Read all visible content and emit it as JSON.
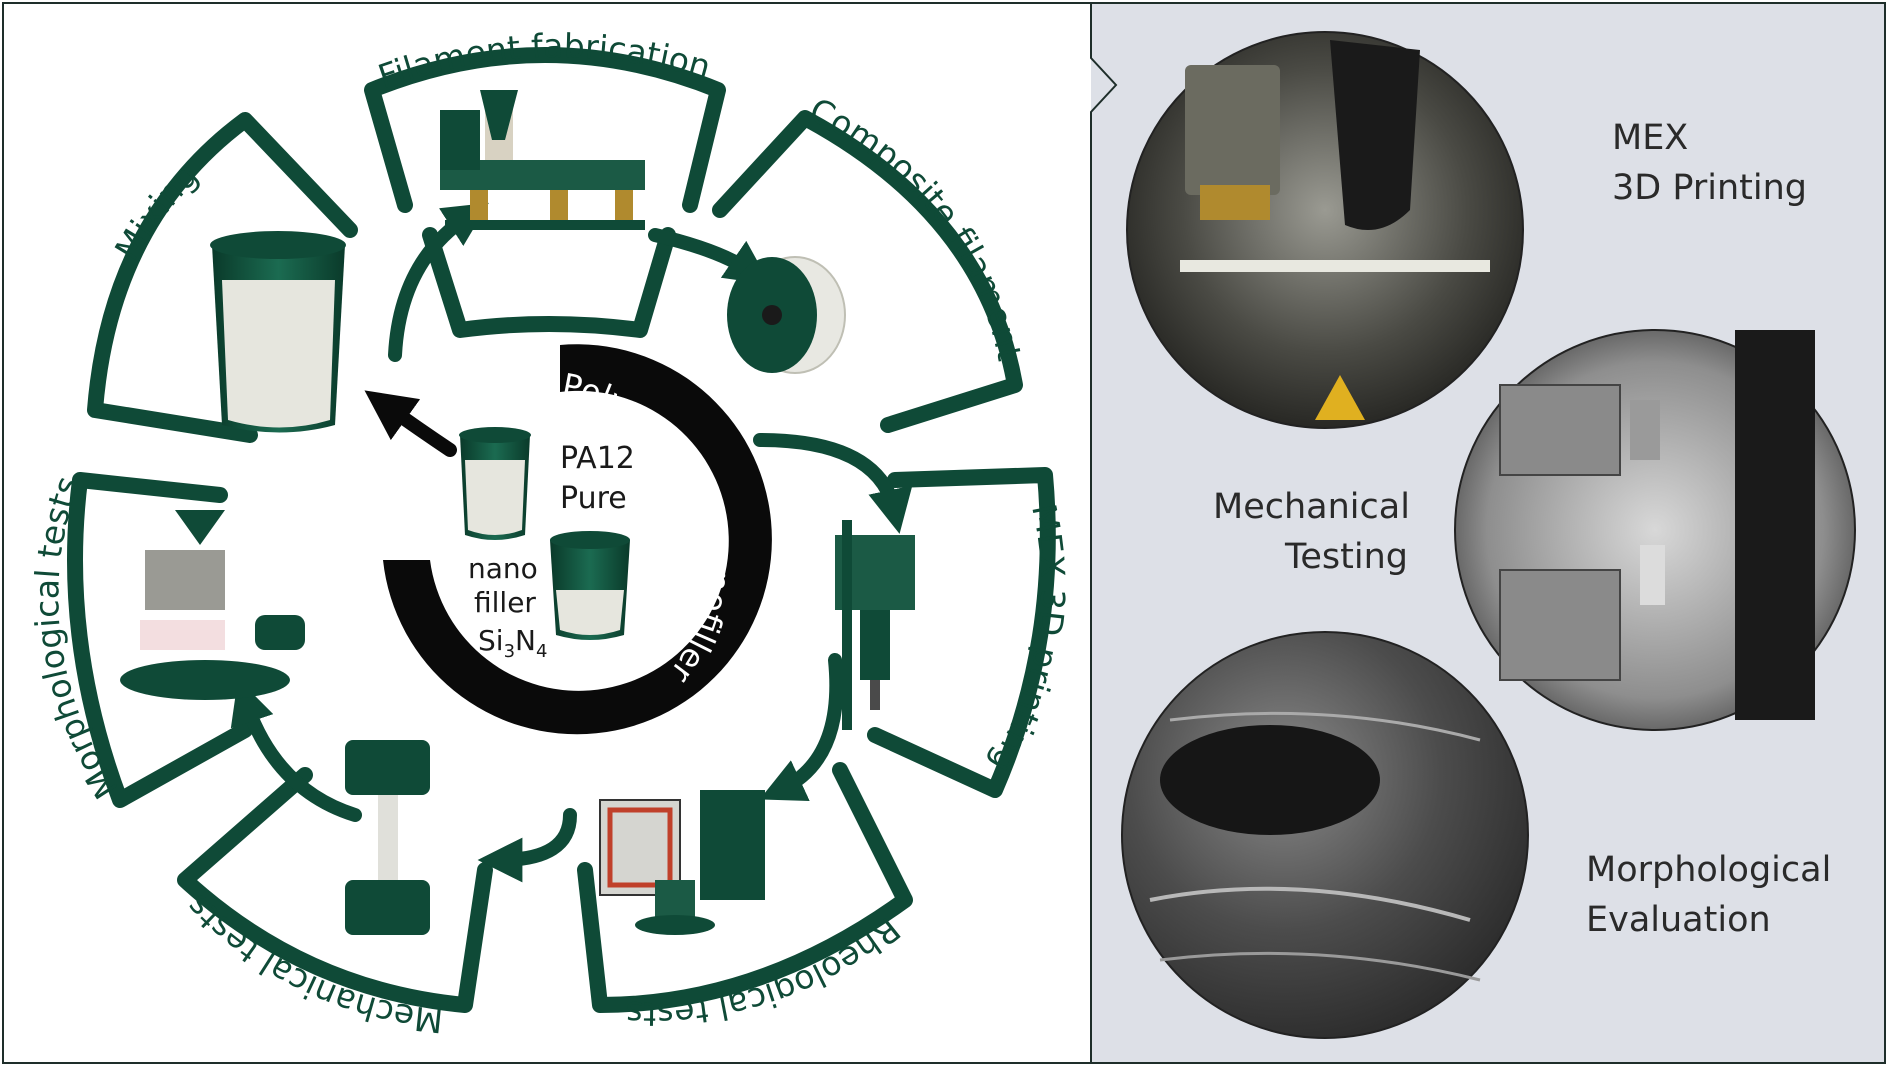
{
  "cycle": {
    "stages": [
      {
        "id": "filament-fabrication",
        "label": "Filament fabrication"
      },
      {
        "id": "composite-filament",
        "label": "Composite filament"
      },
      {
        "id": "mex-3d-printing",
        "label": "MEX 3D printing"
      },
      {
        "id": "rheological-tests",
        "label": "Rheological tests"
      },
      {
        "id": "mechanical-tests",
        "label": "Mechanical tests"
      },
      {
        "id": "morphological-tests",
        "label": "Morphological tests"
      },
      {
        "id": "mixing",
        "label": "Mixing"
      }
    ],
    "hub": {
      "ring_label": "Polymer and nanofiller",
      "material_1_line1": "PA12",
      "material_1_line2": "Pure",
      "material_2_line1": "nano",
      "material_2_line2": "filler",
      "material_2_formula_si": "Si",
      "material_2_formula_si_sub": "3",
      "material_2_formula_n": "N",
      "material_2_formula_n_sub": "4"
    }
  },
  "right_panel": {
    "photos": [
      {
        "id": "mex-printing-photo",
        "line1": "MEX",
        "line2": "3D Printing"
      },
      {
        "id": "mechanical-testing-photo",
        "line1": "Mechanical",
        "line2": "Testing"
      },
      {
        "id": "morphological-evaluation-photo",
        "line1": "Morphological",
        "line2": "Evaluation"
      }
    ]
  },
  "colors": {
    "dark_green": "#0f4a37",
    "hub_black": "#0a0a0a",
    "panel_bg": "#dde0e7",
    "text_dark": "#2a2a2a"
  }
}
